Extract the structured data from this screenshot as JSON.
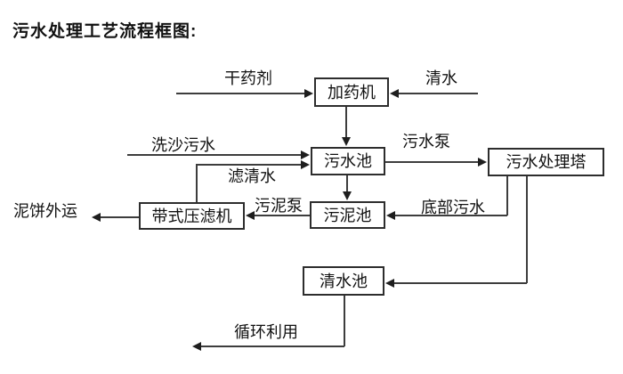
{
  "title": "污水处理工艺流程框图:",
  "nodes": {
    "dosing_machine": "加药机",
    "sewage_pool": "污水池",
    "treatment_tower": "污水处理塔",
    "sludge_pool": "污泥池",
    "belt_filter_press": "带式压滤机",
    "clean_water_pool": "清水池"
  },
  "edge_labels": {
    "dry_agent": "干药剂",
    "clean_water": "清水",
    "sand_washing_sewage": "洗沙污水",
    "sewage_pump": "污水泵",
    "filtered_water": "滤清水",
    "sludge_pump": "污泥泵",
    "bottom_sewage": "底部污水",
    "mud_cake_out": "泥饼外运",
    "recycle": "循环利用"
  },
  "colors": {
    "background": "#ffffff",
    "line": "#3d3d3d",
    "text": "#111111"
  }
}
